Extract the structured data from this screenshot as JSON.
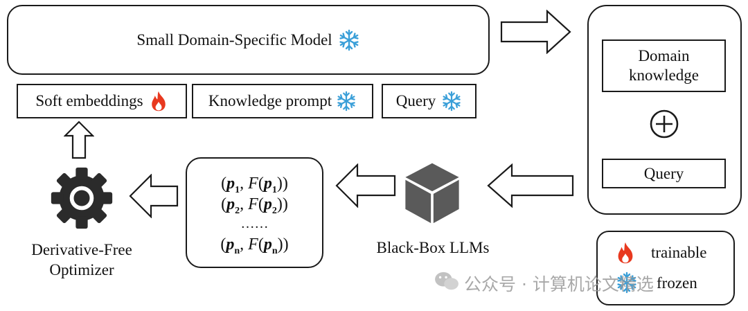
{
  "model_box": {
    "title": "Small Domain-Specific Model"
  },
  "inputs": {
    "soft_embeddings": "Soft embeddings",
    "knowledge_prompt": "Knowledge prompt",
    "query": "Query"
  },
  "right_panel": {
    "domain_knowledge": "Domain\nknowledge",
    "plus": "⊕",
    "query": "Query"
  },
  "pairs": {
    "line1_left": "(",
    "p1": "p",
    "sub1": "1",
    "line1_mid": ", F(",
    "line1_right": "))",
    "p2": "p",
    "sub2": "2",
    "dots": "……",
    "pn": "p",
    "subn": "n"
  },
  "labels": {
    "optimizer": "Derivative-Free\nOptimizer",
    "black_box": "Black-Box LLMs"
  },
  "legend": {
    "trainable": "trainable",
    "frozen": "frozen"
  },
  "watermark": "公众号 · 计算机论文精选",
  "colors": {
    "fire": "#e8391f",
    "snow": "#3a9fd8",
    "gear": "#2b2b2b",
    "cube": "#5a5a5a"
  },
  "icons": [
    "snowflake-icon",
    "fire-icon",
    "gear-icon",
    "cube-icon",
    "hollow-arrow-icon",
    "wechat-icon"
  ]
}
